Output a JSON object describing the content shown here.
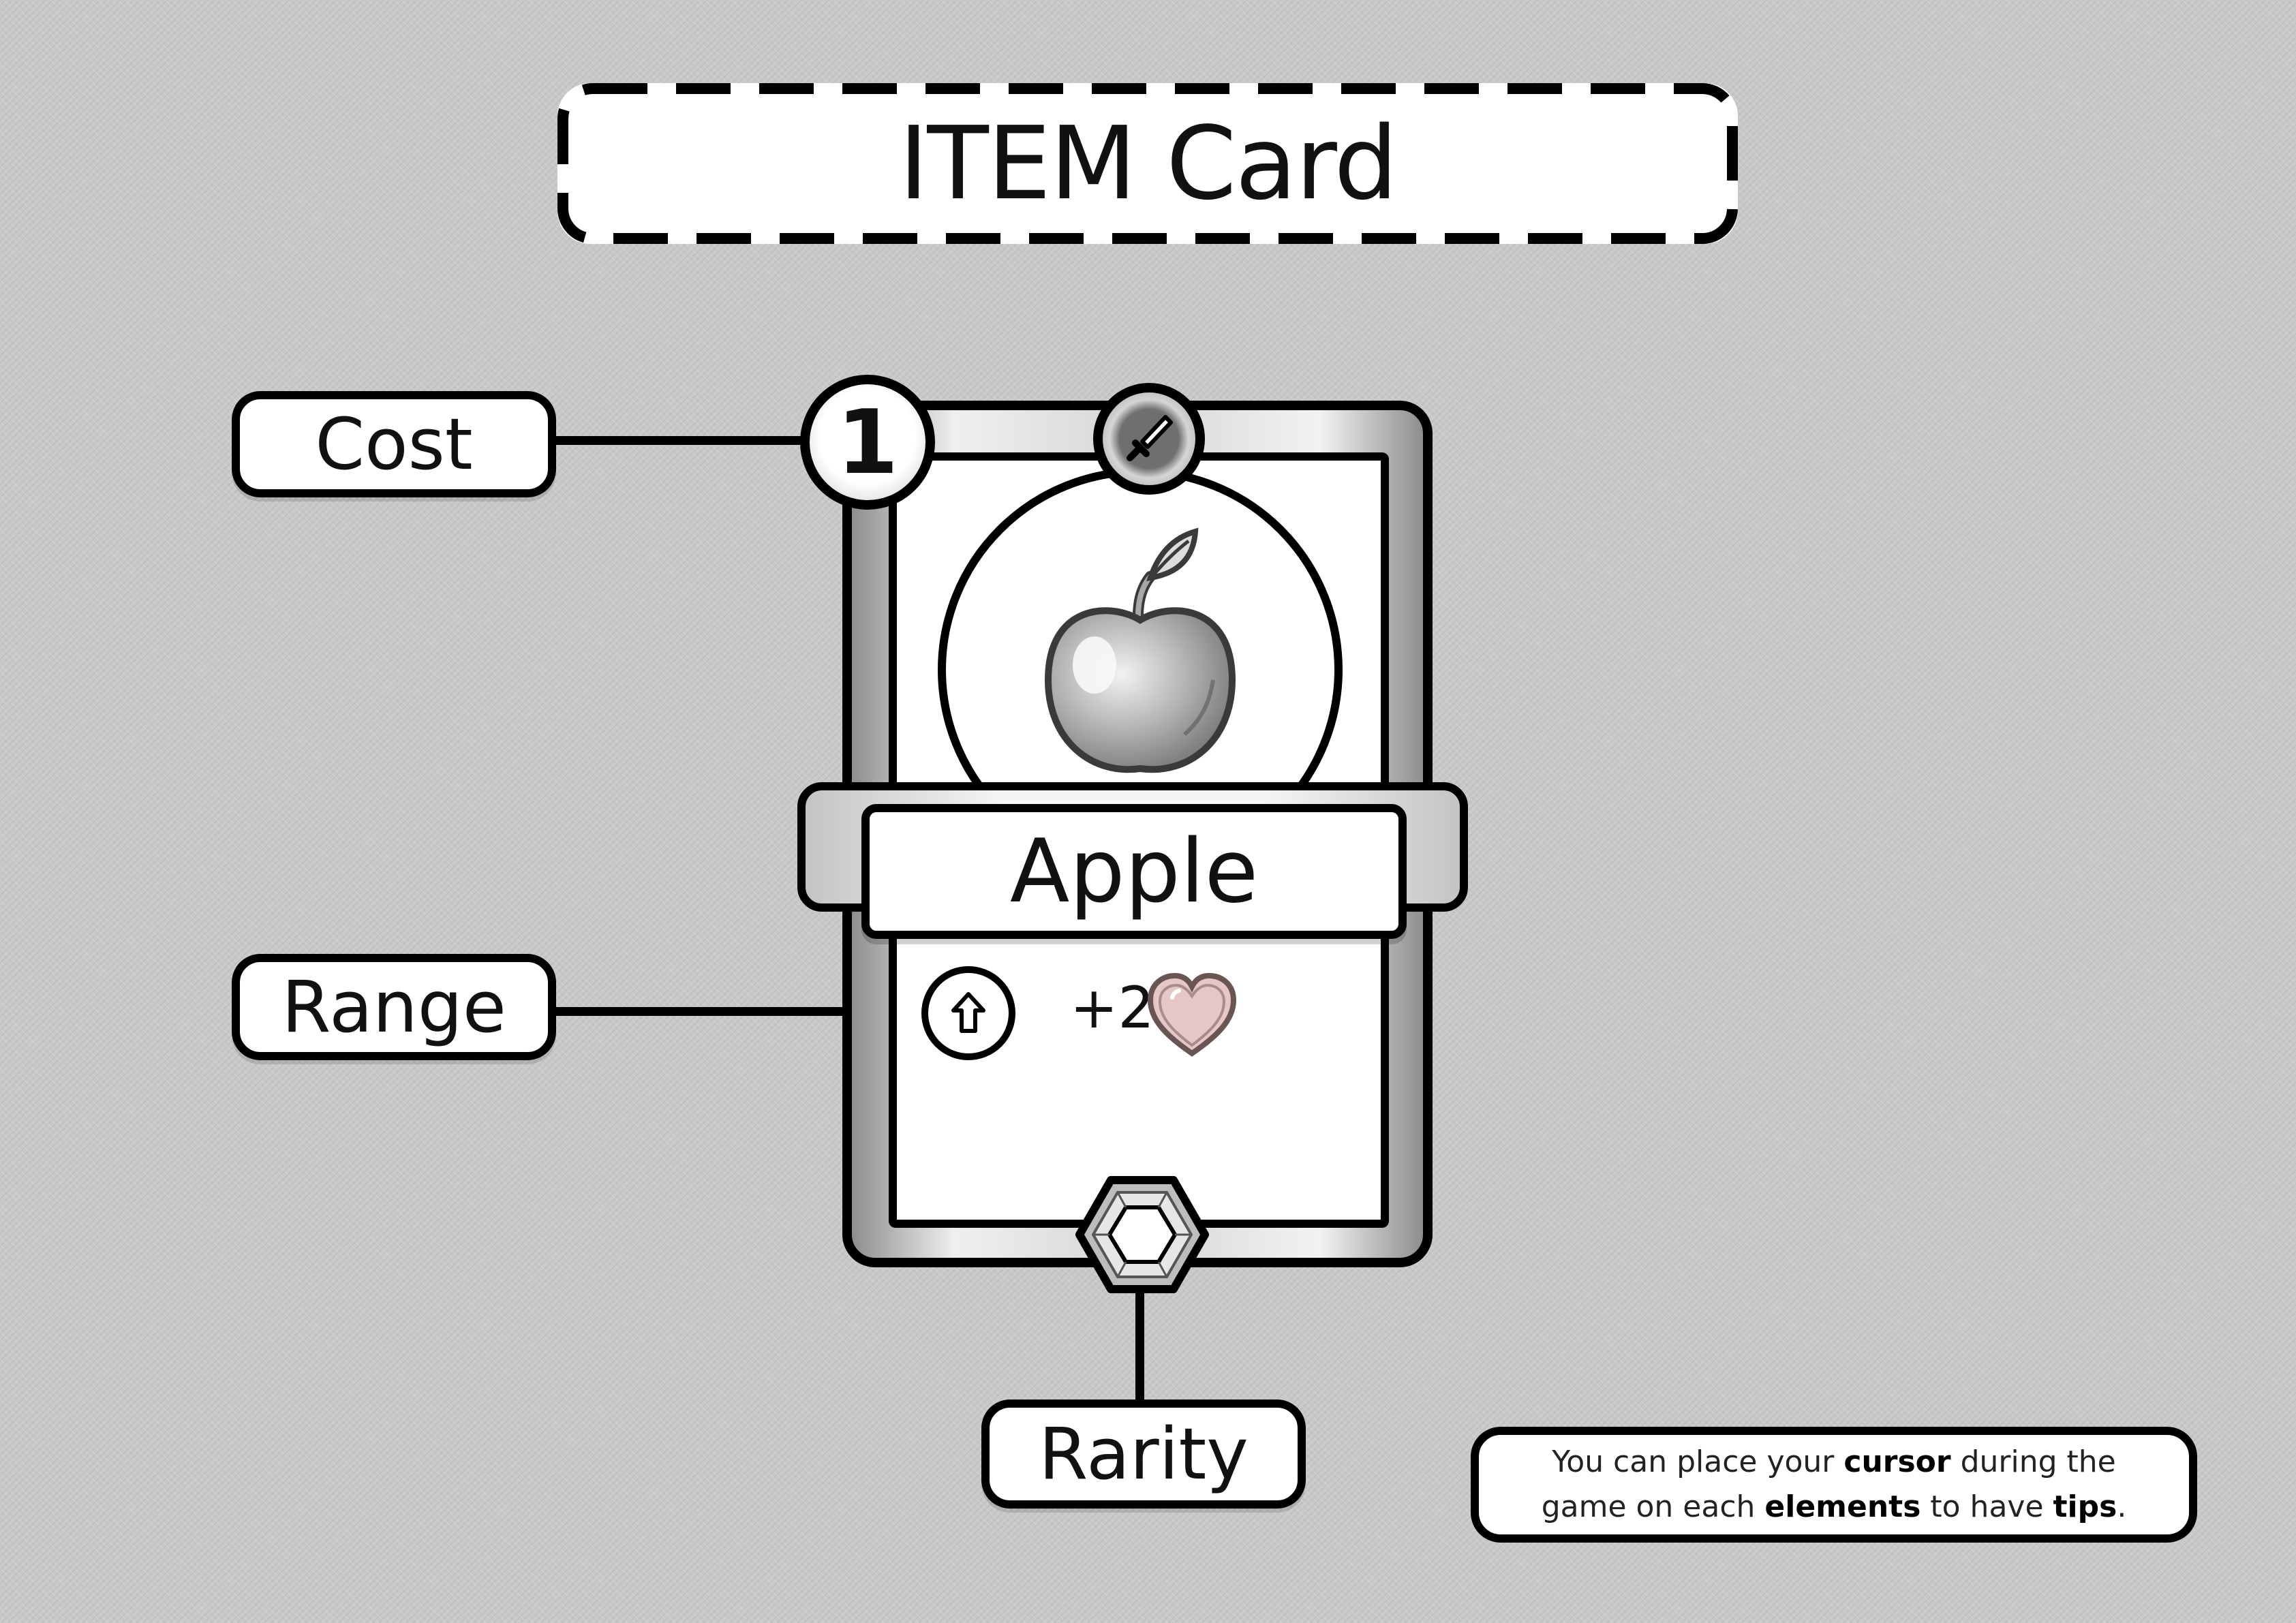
{
  "title": "ITEM Card",
  "labels": {
    "cost": "Cost",
    "range": "Range",
    "rarity": "Rarity"
  },
  "card": {
    "cost": "1",
    "name": "Apple",
    "type_icon": "dagger-icon",
    "art_icon": "apple-icon",
    "range_icon": "arrow-up-icon",
    "effect_value": "+2",
    "effect_icon": "heart-icon",
    "rarity_icon": "hexagon-gem-icon"
  },
  "tip": {
    "line1_pre": "You can place your ",
    "line1_bold": "cursor",
    "line1_post": " during the",
    "line2_pre": "game on each ",
    "line2_bold1": "elements",
    "line2_mid": " to have ",
    "line2_bold2": "tips",
    "line2_post": "."
  },
  "colors": {
    "background": "#c9c9c9",
    "outline": "#000000",
    "heart": "#e6c6c6"
  }
}
